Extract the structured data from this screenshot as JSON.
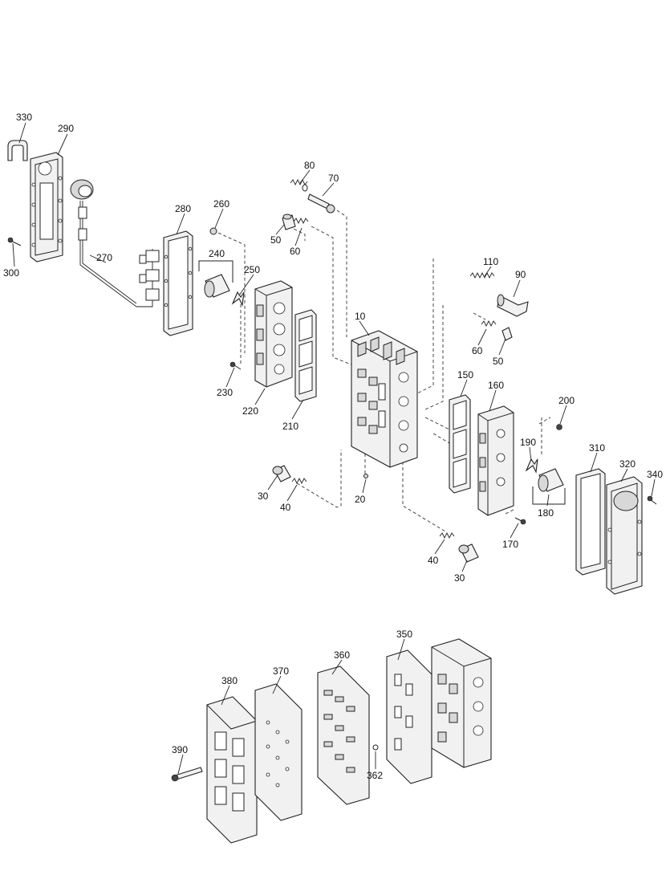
{
  "diagram": {
    "callouts": {
      "c10": "10",
      "c20": "20",
      "c30a": "30",
      "c30b": "30",
      "c40a": "40",
      "c40b": "40",
      "c50a": "50",
      "c50b": "50",
      "c60a": "60",
      "c60b": "60",
      "c70": "70",
      "c80": "80",
      "c90": "90",
      "c110": "110",
      "c150": "150",
      "c160": "160",
      "c170": "170",
      "c180": "180",
      "c190": "190",
      "c200": "200",
      "c210": "210",
      "c220": "220",
      "c230": "230",
      "c240": "240",
      "c250": "250",
      "c260": "260",
      "c270": "270",
      "c280": "280",
      "c290": "290",
      "c300": "300",
      "c310": "310",
      "c320": "320",
      "c330": "330",
      "c340": "340",
      "c350": "350",
      "c360": "360",
      "c362": "362",
      "c370": "370",
      "c380": "380",
      "c390": "390"
    }
  }
}
